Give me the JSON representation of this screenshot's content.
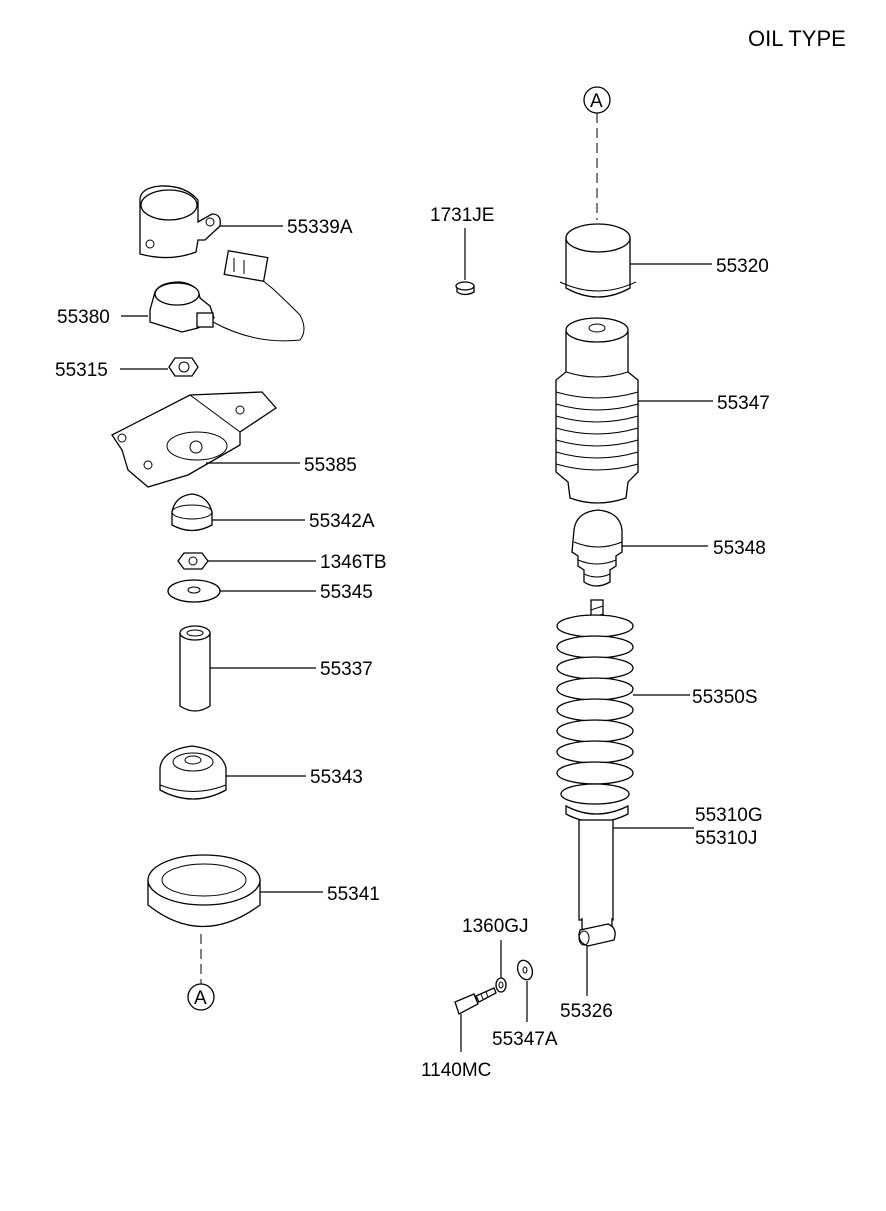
{
  "title": "OIL TYPE",
  "ref_mark": "A",
  "labels": {
    "p55339A": "55339A",
    "p55380": "55380",
    "p55315": "55315",
    "p55385": "55385",
    "p55342A": "55342A",
    "p1346TB": "1346TB",
    "p55345": "55345",
    "p55337": "55337",
    "p55343": "55343",
    "p55341": "55341",
    "p1731JE": "1731JE",
    "p55320": "55320",
    "p55347": "55347",
    "p55348": "55348",
    "p55350S": "55350S",
    "p55310G": "55310G",
    "p55310J": "55310J",
    "p1360GJ": "1360GJ",
    "p55326": "55326",
    "p55347A": "55347A",
    "p1140MC": "1140MC"
  }
}
